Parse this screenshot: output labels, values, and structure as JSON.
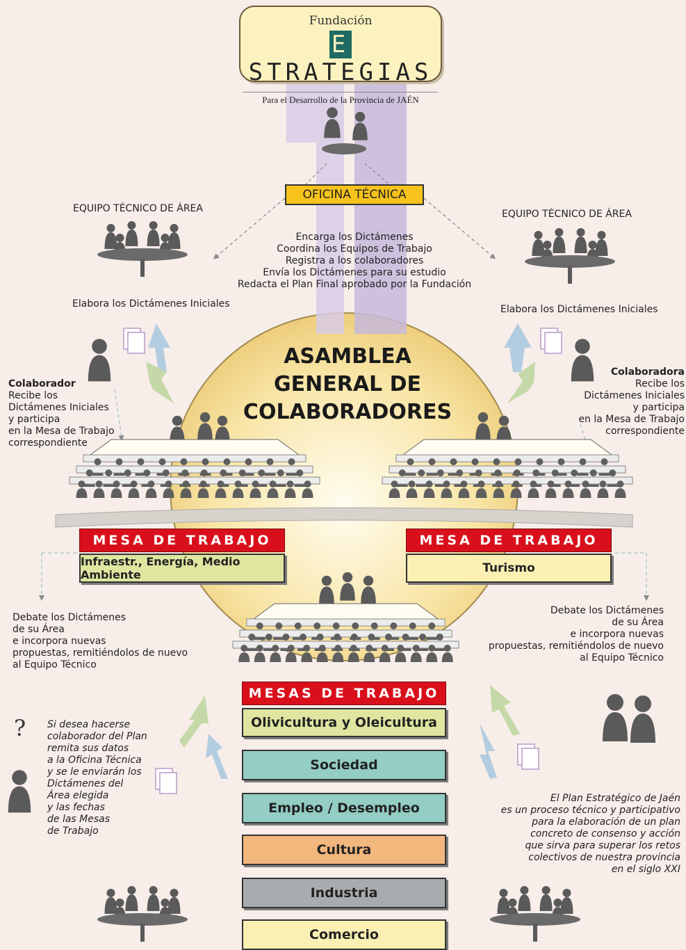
{
  "logo": {
    "line1": "Fundación",
    "initial": "E",
    "rest": "STRATEGIAS",
    "line3": "Para el Desarrollo de la Provincia de JAÉN"
  },
  "oficina": {
    "label": "OFICINA TÉCNICA",
    "tasks": [
      "Encarga los Dictámenes",
      "Coordina los Equipos de Trabajo",
      "Registra a los colaboradores",
      "Envía los Dictámenes para su estudio",
      "Redacta el Plan Final aprobado por la Fundación"
    ]
  },
  "equipo_left": {
    "title": "EQUIPO TÉCNICO DE ÁREA",
    "caption": "Elabora los Dictámenes Iniciales"
  },
  "equipo_right": {
    "title": "EQUIPO TÉCNICO DE ÁREA",
    "caption": "Elabora los Dictámenes Iniciales"
  },
  "asamblea": [
    "ASAMBLEA",
    "GENERAL DE",
    "COLABORADORES"
  ],
  "colaborador": {
    "title": "Colaborador",
    "lines": [
      "Recibe los",
      "Dictámenes Iniciales",
      "y participa",
      "en la Mesa de Trabajo",
      "correspondiente"
    ]
  },
  "colaboradora": {
    "title": "Colaboradora",
    "lines": [
      "Recibe los",
      "Dictámenes Iniciales",
      "y participa",
      "en la Mesa de Trabajo",
      "correspondiente"
    ]
  },
  "mesa_left": {
    "header": "MESA DE TRABAJO",
    "name": "Infraestr., Energía, Medio Ambiente"
  },
  "mesa_right": {
    "header": "MESA DE TRABAJO",
    "name": "Turismo"
  },
  "debate_left": [
    "Debate los Dictámenes",
    "de su Área",
    "e incorpora nuevas",
    "propuestas, remitiéndolos de nuevo",
    "al Equipo Técnico"
  ],
  "debate_right": [
    "Debate los Dictámenes",
    "de su Área",
    "e incorpora nuevas",
    "propuestas, remitiéndolos de nuevo",
    "al Equipo Técnico"
  ],
  "mesas": {
    "header": "MESAS DE TRABAJO",
    "items": [
      {
        "label": "Olivicultura y Oleicultura",
        "color": "#dfe6a0"
      },
      {
        "label": "Sociedad",
        "color": "#93cdc4"
      },
      {
        "label": "Empleo / Desempleo",
        "color": "#93cdc4"
      },
      {
        "label": "Cultura",
        "color": "#f2b77d"
      },
      {
        "label": "Industria",
        "color": "#a9acae"
      },
      {
        "label": "Comercio",
        "color": "#fbf0b3"
      }
    ]
  },
  "question_mark": "?",
  "info_left": [
    "Si desea hacerse",
    "colaborador del Plan",
    "remita sus datos",
    "a la Oficina Técnica",
    "y se le enviarán los",
    "Dictámenes del",
    "Área elegida",
    "y las fechas",
    "de las Mesas",
    "de Trabajo"
  ],
  "info_right": [
    "El Plan Estratégico de Jaén",
    "es un proceso técnico y participativo",
    "para la elaboración de un plan",
    "concreto de consenso y acción",
    "que sirva para superar los retos",
    "colectivos de nuestra provincia",
    "en el siglo XXI"
  ],
  "colors": {
    "background": "#f7ede9",
    "sun": "#f8e4a4",
    "red": "#d9101c",
    "yellow": "#f7c21b"
  }
}
